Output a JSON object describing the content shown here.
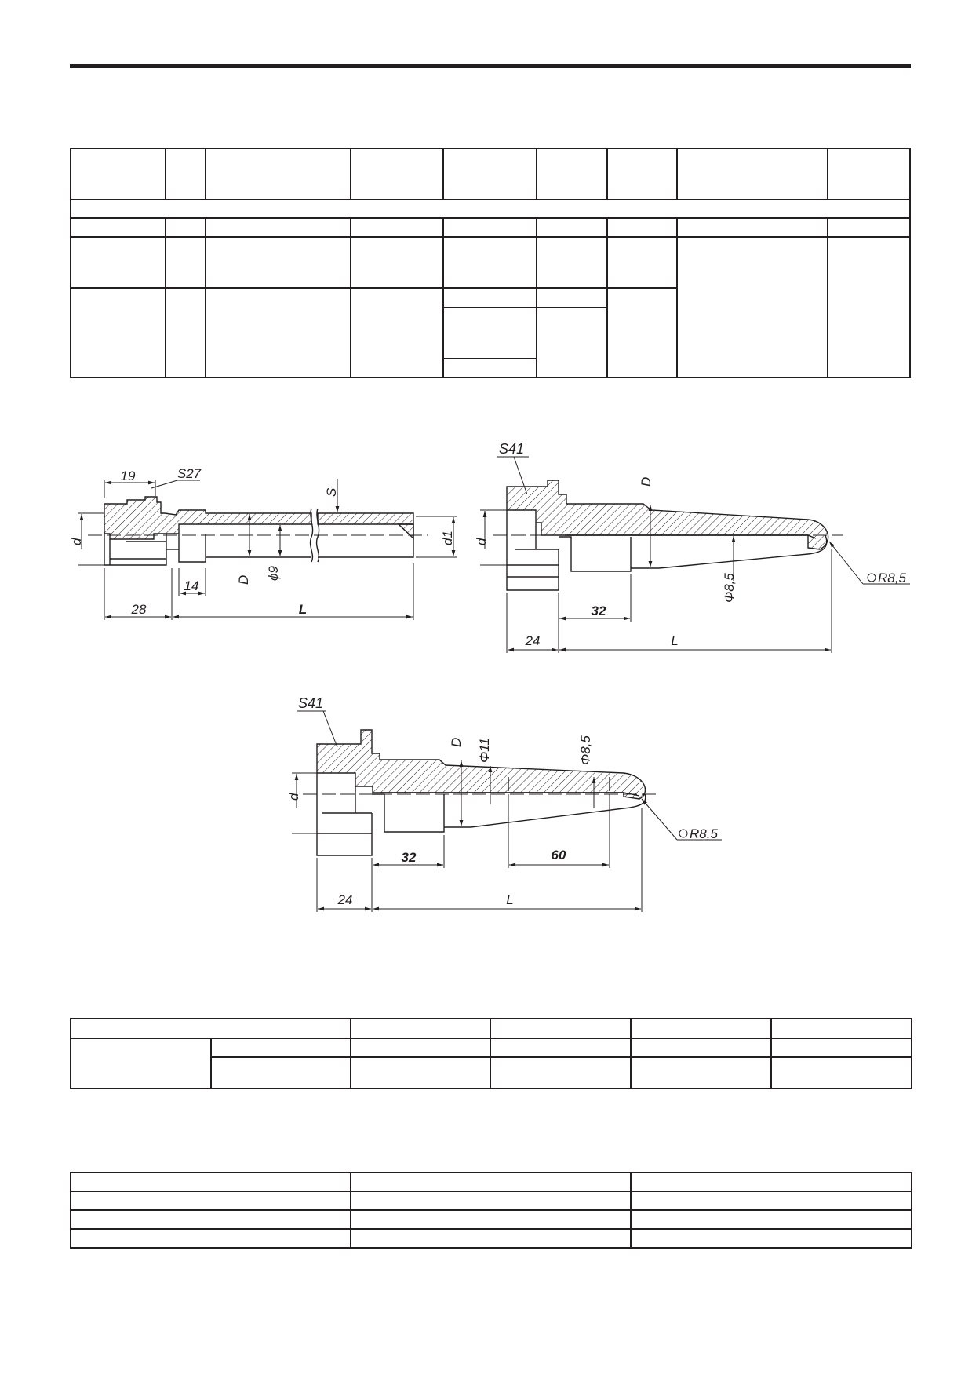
{
  "drawings": {
    "fig1": {
      "dim_19": "19",
      "hex": "S27",
      "wall": "S",
      "thread": "d",
      "outer": "D",
      "bore": "ϕ9",
      "dim_14": "14",
      "dim_28": "28",
      "length": "L",
      "tip": "d1"
    },
    "fig2": {
      "hex": "S41",
      "thread": "d",
      "outer": "D",
      "tip_dia": "Φ8,5",
      "radius": "R8,5",
      "dim_32": "32",
      "dim_24": "24",
      "length": "L"
    },
    "fig3": {
      "hex": "S41",
      "thread": "d",
      "outer": "D",
      "mid_dia": "Φ11",
      "tip_dia": "Φ8,5",
      "radius": "R8,5",
      "dim_32": "32",
      "dim_60": "60",
      "dim_24": "24",
      "length": "L"
    }
  },
  "colors": {
    "ink": "#231f20",
    "paper": "#ffffff"
  }
}
